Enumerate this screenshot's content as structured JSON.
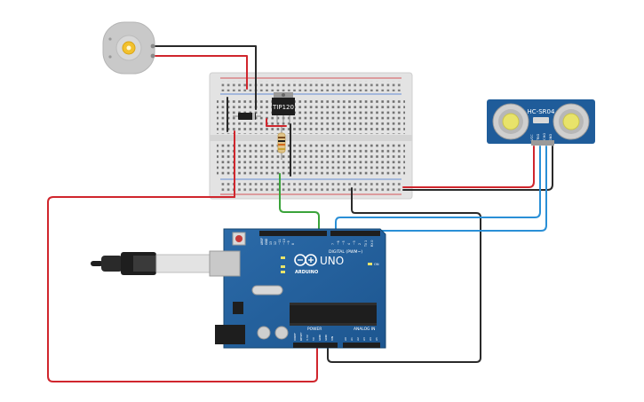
{
  "components": {
    "transistor": {
      "label": "TIP120"
    },
    "sensor": {
      "label": "HC-SR04",
      "pins": [
        "VCC",
        "TRIG",
        "ECHO",
        "GND"
      ]
    },
    "arduino": {
      "model": "UNO",
      "brand": "ARDUINO",
      "digital_label": "DIGITAL (PWM~)",
      "power_label": "POWER",
      "analog_label": "ANALOG IN",
      "on_label": "ON",
      "top_pins": [
        "AREF",
        "GND",
        "13",
        "12",
        "~11",
        "~10",
        "~9",
        "8",
        "7",
        "~6",
        "~5",
        "4",
        "~3",
        "2",
        "TX 1",
        "RX 0"
      ],
      "power_pins": [
        "IOREF",
        "RESET",
        "3.3V",
        "5V",
        "GND",
        "GND",
        "VIN"
      ],
      "analog_pins": [
        "A0",
        "A1",
        "A2",
        "A3",
        "A4",
        "A5"
      ]
    }
  },
  "wire_colors": {
    "red": "#d0262d",
    "black": "#2a2a2a",
    "green": "#3aa33a",
    "blue": "#2a8fd6"
  }
}
